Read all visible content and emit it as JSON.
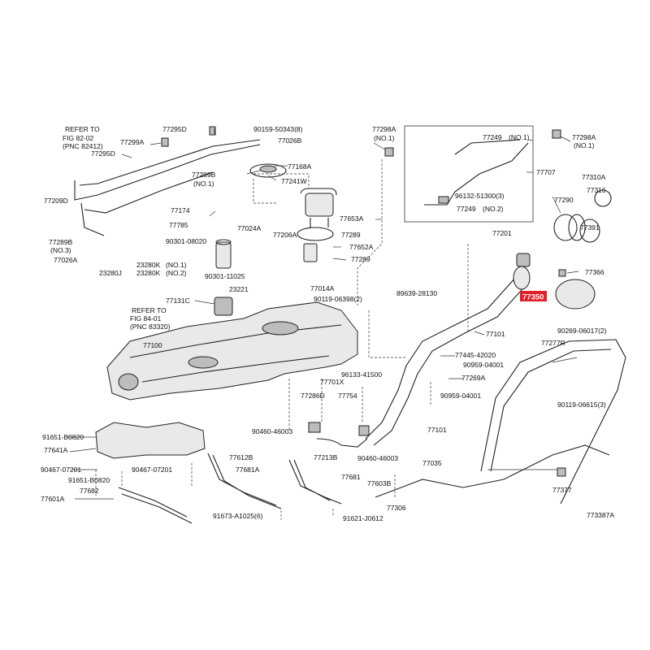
{
  "labels": {
    "p77295D_a": "77295D",
    "p90159": "90159-50343(8)",
    "p77298A_a": "77298A",
    "p77298A_a_no": "(NO.1)",
    "p77249_a": "77249",
    "p77249_a_no": "(NO.1)",
    "p77298A_b": "77298A",
    "p77298A_b_no": "(NO.1)",
    "p77299A": "77299A",
    "p77026B": "77026B",
    "p77295D_b": "77295D",
    "p77168A": "77168A",
    "p77707": "77707",
    "p77289B_a": "77289B",
    "p77289B_a_no": "(NO.1)",
    "p77241W": "77241W",
    "p77310A": "77310A",
    "p96132": "96132-51300(3)",
    "p77316": "77316",
    "p77209D": "77209D",
    "p77290": "77290",
    "p77249_b": "77249",
    "p77249_b_no": "(NO.2)",
    "p77174": "77174",
    "p77653A": "77653A",
    "p77785": "77785",
    "p77024A": "77024A",
    "p77206A": "77206A",
    "p77391": "77391",
    "p77289B_b": "77289B",
    "p77289B_b_no": "(NO.3)",
    "p90301_08020": "90301-08020",
    "p77289_a": "77289",
    "p77201": "77201",
    "p77652A": "77652A",
    "p77026A": "77026A",
    "p77289_b": "77289",
    "p23280K_1": "23280K",
    "p23280K_1_no": "(NO.1)",
    "p23280J": "23280J",
    "p23280K_2": "23280K",
    "p23280K_2_no": "(NO.2)",
    "p90301_11025": "90301-11025",
    "p77366": "77366",
    "p23221": "23221",
    "p77014A": "77014A",
    "p89639": "89639-28130",
    "p77350": "77350",
    "p77131C": "77131C",
    "p90119_06398": "90119-06398(2)",
    "p90269": "90269-06017(2)",
    "p77101_a": "77101",
    "p77100": "77100",
    "p77277R": "77277R",
    "p77445": "77445-42020",
    "p90959_a": "90959-04001",
    "p96133": "96133-41500",
    "p77269A": "77269A",
    "p77701X": "77701X",
    "p77286D": "77286D",
    "p77754": "77754",
    "p90959_b": "90959-04001",
    "p90119_06615": "90119-06615(3)",
    "p77101_b": "77101",
    "p91651_a": "91651-B0820",
    "p90460_a": "90460-46003",
    "p77641A": "77641A",
    "p77213B": "77213B",
    "p90460_b": "90460-46003",
    "p77612B": "77612B",
    "p77035": "77035",
    "p90467_a": "90467-07201",
    "p90467_b": "90467-07201",
    "p77681A": "77681A",
    "p77681": "77681",
    "p77603B": "77603B",
    "p77377": "77377",
    "p91651_b": "91651-B0820",
    "p77601A": "77601A",
    "p77682": "77682",
    "p77306": "77306",
    "p91673": "91673-A1025(6)",
    "p91621": "91621-J0612",
    "ref1_a": "REFER TO",
    "ref1_b": "FIG 82-02",
    "ref1_c": "(PNC 82412)",
    "ref2_a": "REFER TO",
    "ref2_b": "FIG 84-01",
    "ref2_c": "(PNC 83320)",
    "diagram_id": "773387A"
  },
  "highlight": {
    "label": "77350",
    "color": "#e0202a"
  }
}
